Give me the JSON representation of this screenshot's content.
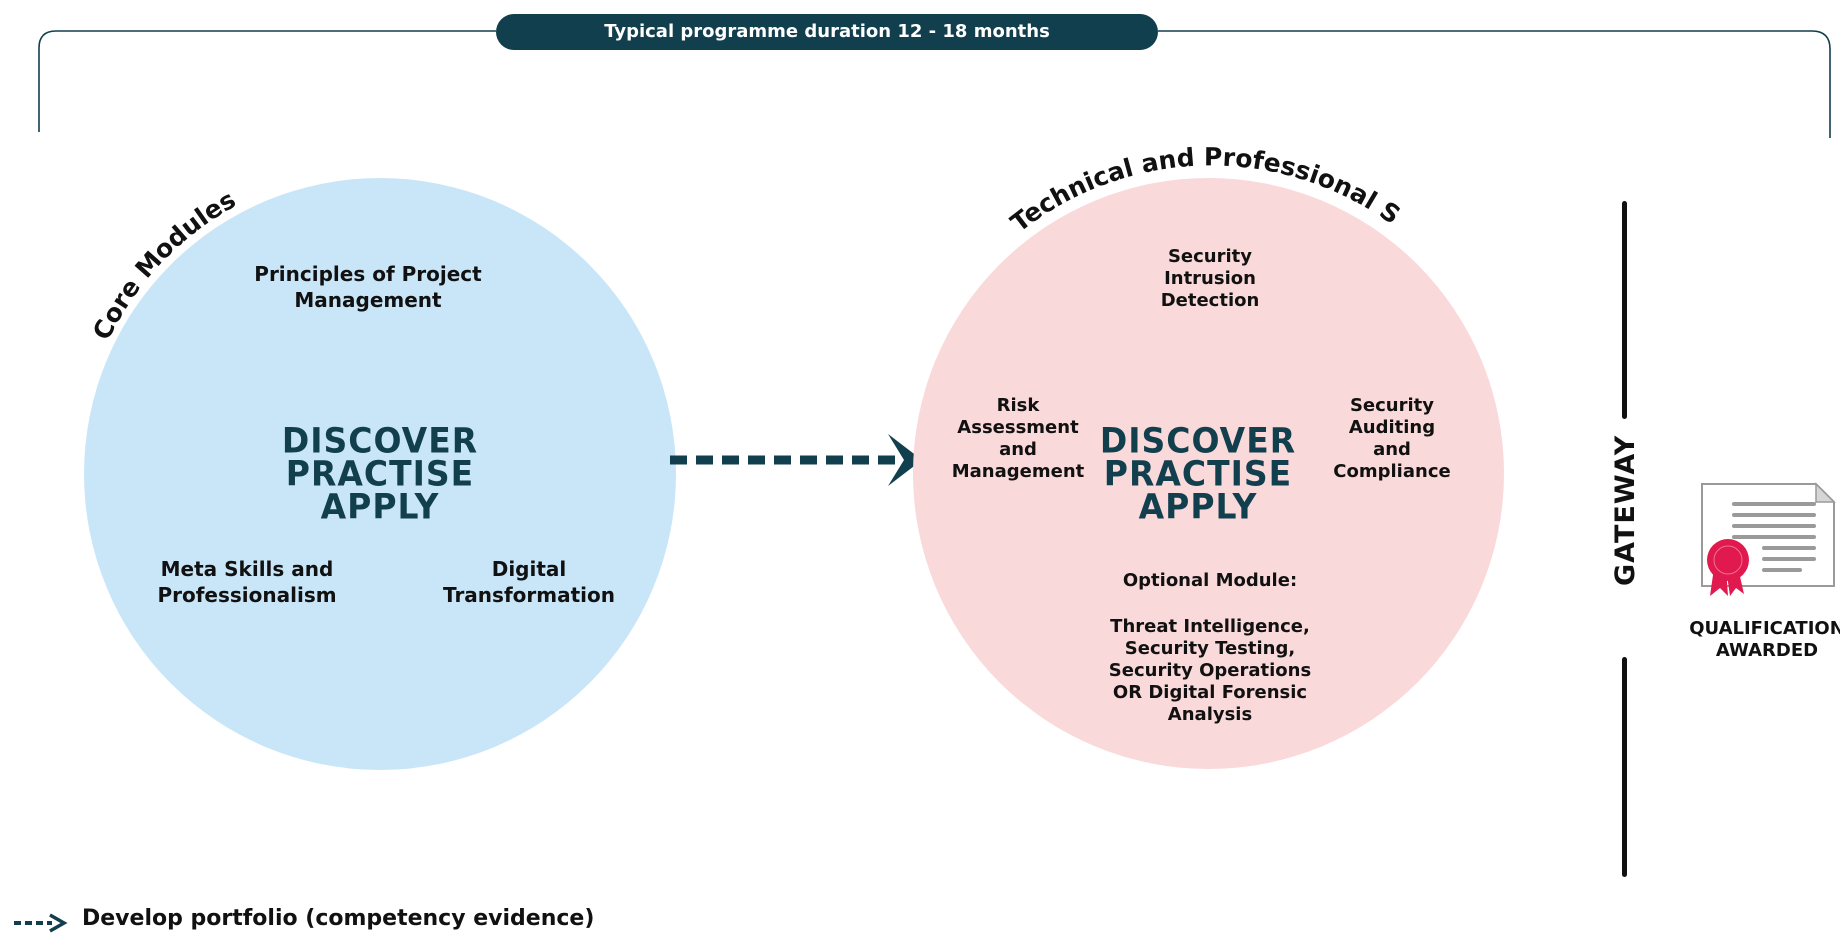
{
  "duration": {
    "label": "Typical programme duration 12 - 18 months"
  },
  "core": {
    "title": "Core Modules",
    "modules": {
      "top": "Principles of Project\nManagement",
      "bottom_left": "Meta Skills and\nProfessionalism",
      "bottom_right": "Digital\nTransformation"
    },
    "center": [
      "DISCOVER",
      "PRACTISE",
      "APPLY"
    ]
  },
  "technical": {
    "title": "Technical and Professional Skills Modules",
    "modules": {
      "top": "Security\nIntrusion\nDetection",
      "left": "Risk\nAssessment\nand\nManagement",
      "right": "Security\nAuditing\nand\nCompliance",
      "optional_heading": "Optional Module:",
      "optional_list": "Threat Intelligence,\nSecurity Testing,\nSecurity Operations\nOR Digital Forensic\nAnalysis"
    },
    "center": [
      "DISCOVER",
      "PRACTISE",
      "APPLY"
    ]
  },
  "gateway": {
    "label": "GATEWAY"
  },
  "qualification": {
    "label": "QUALIFICATION\nAWARDED",
    "icon": "certificate-icon"
  },
  "legend": {
    "label": "Develop portfolio (competency evidence)"
  },
  "colors": {
    "dark_teal": "#123f4d",
    "core_circle": "#c9e6f8",
    "tech_circle": "#f9d9da",
    "seal": "#e0194f"
  }
}
